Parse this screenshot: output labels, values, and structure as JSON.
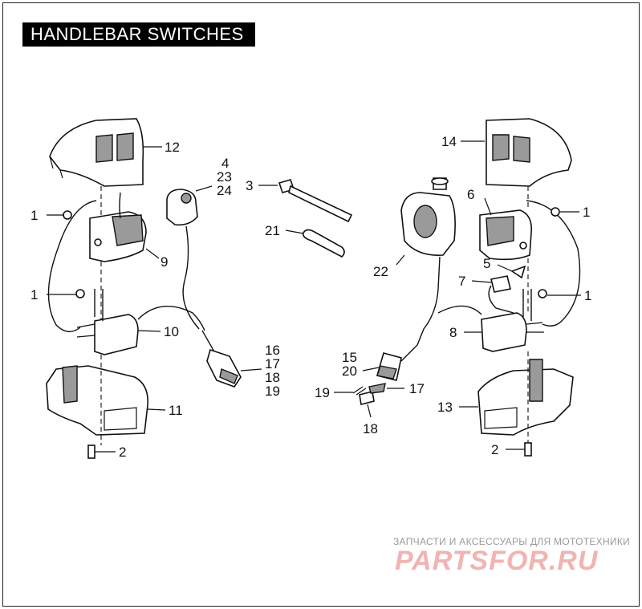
{
  "title": "HANDLEBAR SWITCHES",
  "watermark": {
    "tagline": "ЗАПЧАСТИ И АКСЕССУАРЫ ДЛЯ МОТОТЕХНИКИ",
    "logo": "PARTSFOR.RU",
    "color": "#f2b3b3"
  },
  "callouts": [
    {
      "id": "c12",
      "text": "12"
    },
    {
      "id": "c1a",
      "text": "1"
    },
    {
      "id": "c9",
      "text": "9"
    },
    {
      "id": "c1b",
      "text": "1"
    },
    {
      "id": "c10",
      "text": "10"
    },
    {
      "id": "c11",
      "text": "11"
    },
    {
      "id": "c2a",
      "text": "2"
    },
    {
      "id": "c4",
      "text": "4"
    },
    {
      "id": "c23a",
      "text": "23"
    },
    {
      "id": "c24",
      "text": "24"
    },
    {
      "id": "c3",
      "text": "3"
    },
    {
      "id": "c21",
      "text": "21"
    },
    {
      "id": "c16",
      "text": "16"
    },
    {
      "id": "c17a",
      "text": "17"
    },
    {
      "id": "c18a",
      "text": "18"
    },
    {
      "id": "c19a",
      "text": "19"
    },
    {
      "id": "c22",
      "text": "22"
    },
    {
      "id": "c15",
      "text": "15"
    },
    {
      "id": "c20",
      "text": "20"
    },
    {
      "id": "c19b",
      "text": "19"
    },
    {
      "id": "c17b",
      "text": "17"
    },
    {
      "id": "c18b",
      "text": "18"
    },
    {
      "id": "c14",
      "text": "14"
    },
    {
      "id": "c6",
      "text": "6"
    },
    {
      "id": "c1c",
      "text": "1"
    },
    {
      "id": "c5",
      "text": "5"
    },
    {
      "id": "c7",
      "text": "7"
    },
    {
      "id": "c1d",
      "text": "1"
    },
    {
      "id": "c8",
      "text": "8"
    },
    {
      "id": "c13",
      "text": "13"
    },
    {
      "id": "c2b",
      "text": "2"
    }
  ]
}
